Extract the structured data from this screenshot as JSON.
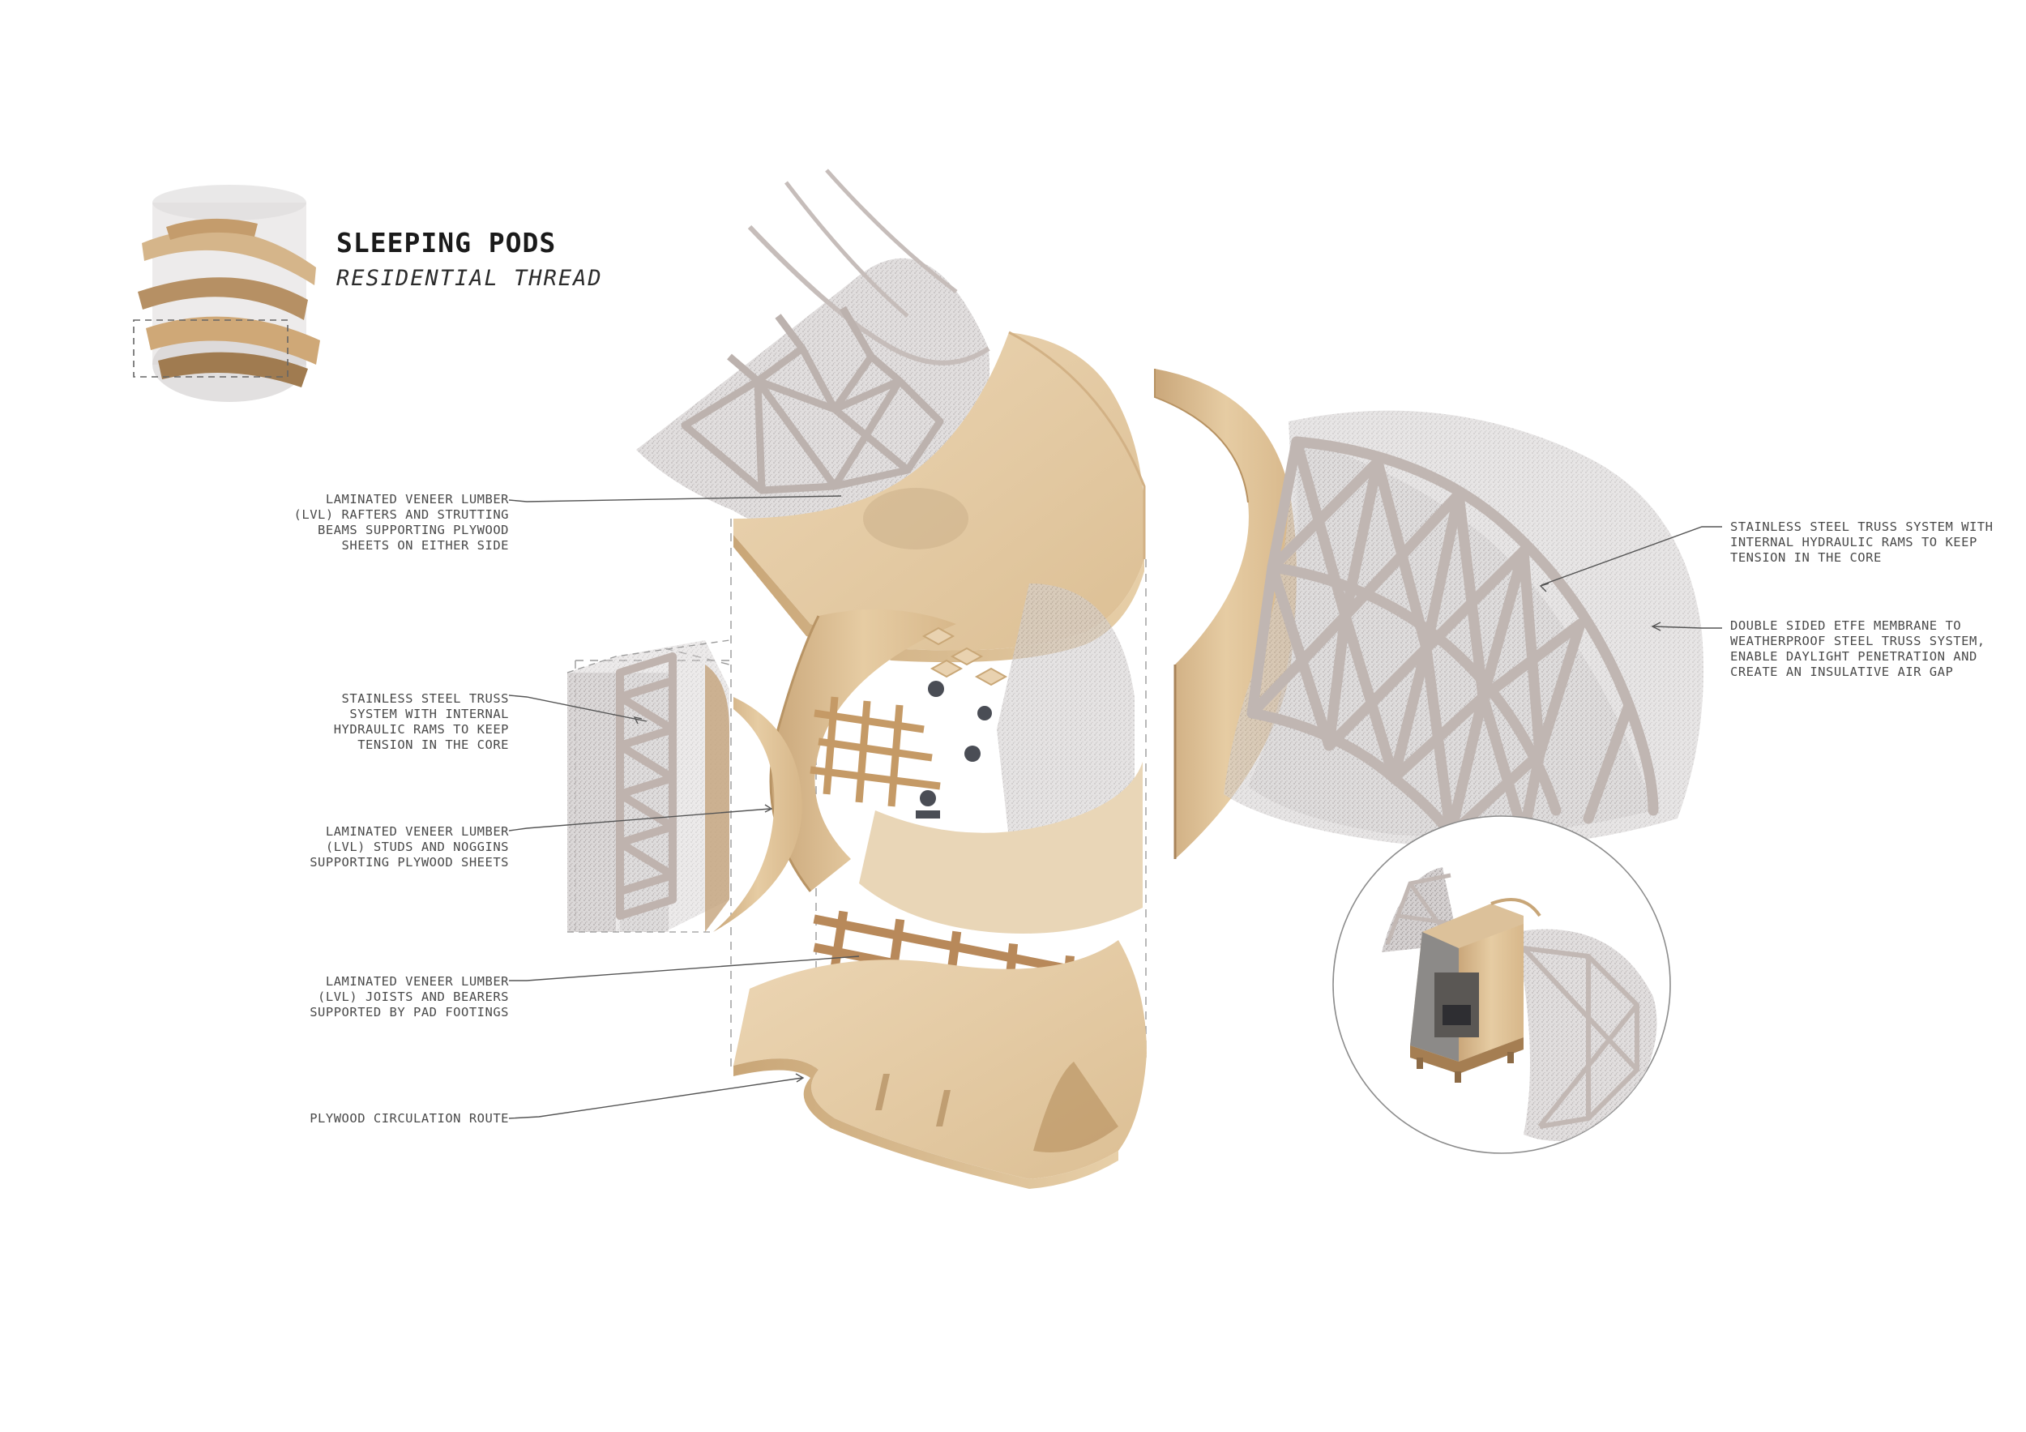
{
  "header": {
    "title": "SLEEPING PODS",
    "subtitle": "RESIDENTIAL THREAD"
  },
  "annotations": {
    "rafters": [
      "LAMINATED VENEER LUMBER",
      "(LVL) RAFTERS AND STRUTTING",
      "BEAMS SUPPORTING PLYWOOD",
      "SHEETS ON EITHER SIDE"
    ],
    "truss_left": [
      "STAINLESS STEEL TRUSS",
      "SYSTEM WITH INTERNAL",
      "HYDRAULIC RAMS TO KEEP",
      "TENSION IN THE CORE"
    ],
    "studs": [
      "LAMINATED VENEER LUMBER",
      "(LVL) STUDS AND  NOGGINS",
      "SUPPORTING PLYWOOD SHEETS"
    ],
    "joists": [
      "LAMINATED VENEER LUMBER",
      "(LVL) JOISTS AND BEARERS",
      "SUPPORTED BY PAD FOOTINGS"
    ],
    "circulation": [
      "PLYWOOD CIRCULATION ROUTE"
    ],
    "truss_right": [
      "STAINLESS STEEL TRUSS SYSTEM WITH",
      "INTERNAL HYDRAULIC RAMS TO KEEP",
      "TENSION IN THE CORE"
    ],
    "membrane": [
      "DOUBLE SIDED ETFE MEMBRANE TO",
      "WEATHERPROOF STEEL TRUSS SYSTEM,",
      "ENABLE DAYLIGHT PENETRATION AND",
      "CREATE AN INSULATIVE AIR GAP"
    ]
  },
  "colors": {
    "plywood": "#e6cda6",
    "plywood_dark": "#cfae80",
    "truss": "#b9aeaa",
    "membrane": "#c9c4c4",
    "leader": "#555555"
  }
}
